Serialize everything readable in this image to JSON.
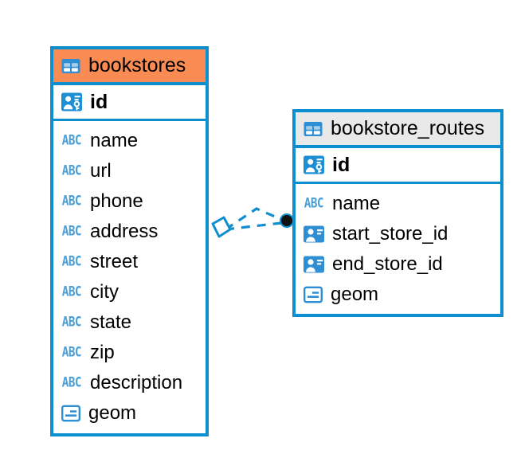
{
  "diagram": {
    "type": "entity-relationship-diagram",
    "background_color": "#ffffff",
    "accent_color": "#0d8ecf",
    "highlight_color": "#f98b53",
    "header_gray": "#e9e9e9"
  },
  "tables": [
    {
      "name": "bookstores",
      "header_style": "accent-orange",
      "table_icon": "table-grid-icon",
      "primary_key": {
        "label": "id",
        "icon": "primary-key-icon"
      },
      "fields": [
        {
          "label": "name",
          "icon": "abc-text-icon"
        },
        {
          "label": "url",
          "icon": "abc-text-icon"
        },
        {
          "label": "phone",
          "icon": "abc-text-icon"
        },
        {
          "label": "address",
          "icon": "abc-text-icon"
        },
        {
          "label": "street",
          "icon": "abc-text-icon"
        },
        {
          "label": "city",
          "icon": "abc-text-icon"
        },
        {
          "label": "state",
          "icon": "abc-text-icon"
        },
        {
          "label": "zip",
          "icon": "abc-text-icon"
        },
        {
          "label": "description",
          "icon": "abc-text-icon"
        },
        {
          "label": "geom",
          "icon": "geometry-icon"
        }
      ]
    },
    {
      "name": "bookstore_routes",
      "header_style": "accent-gray",
      "table_icon": "table-grid-icon",
      "primary_key": {
        "label": "id",
        "icon": "primary-key-icon"
      },
      "fields": [
        {
          "label": "name",
          "icon": "abc-text-icon"
        },
        {
          "label": "start_store_id",
          "icon": "foreign-key-icon"
        },
        {
          "label": "end_store_id",
          "icon": "foreign-key-icon"
        },
        {
          "label": "geom",
          "icon": "geometry-icon"
        }
      ]
    }
  ],
  "relationships": [
    {
      "from_table": "bookstores",
      "to_table": "bookstore_routes",
      "source_marker": "diamond",
      "target_marker": "filled-circle",
      "line_style": "dashed",
      "color": "#0d8ecf"
    },
    {
      "from_table": "bookstores",
      "to_table": "bookstore_routes",
      "source_marker": "diamond",
      "target_marker": "filled-circle",
      "line_style": "dashed",
      "color": "#0d8ecf"
    }
  ],
  "icon_glyphs": {
    "abc-text-icon": "ABC",
    "table-grid-icon": "table",
    "primary-key-icon": "id-card-with-key",
    "foreign-key-icon": "id-card",
    "geometry-icon": "geometry-box"
  }
}
